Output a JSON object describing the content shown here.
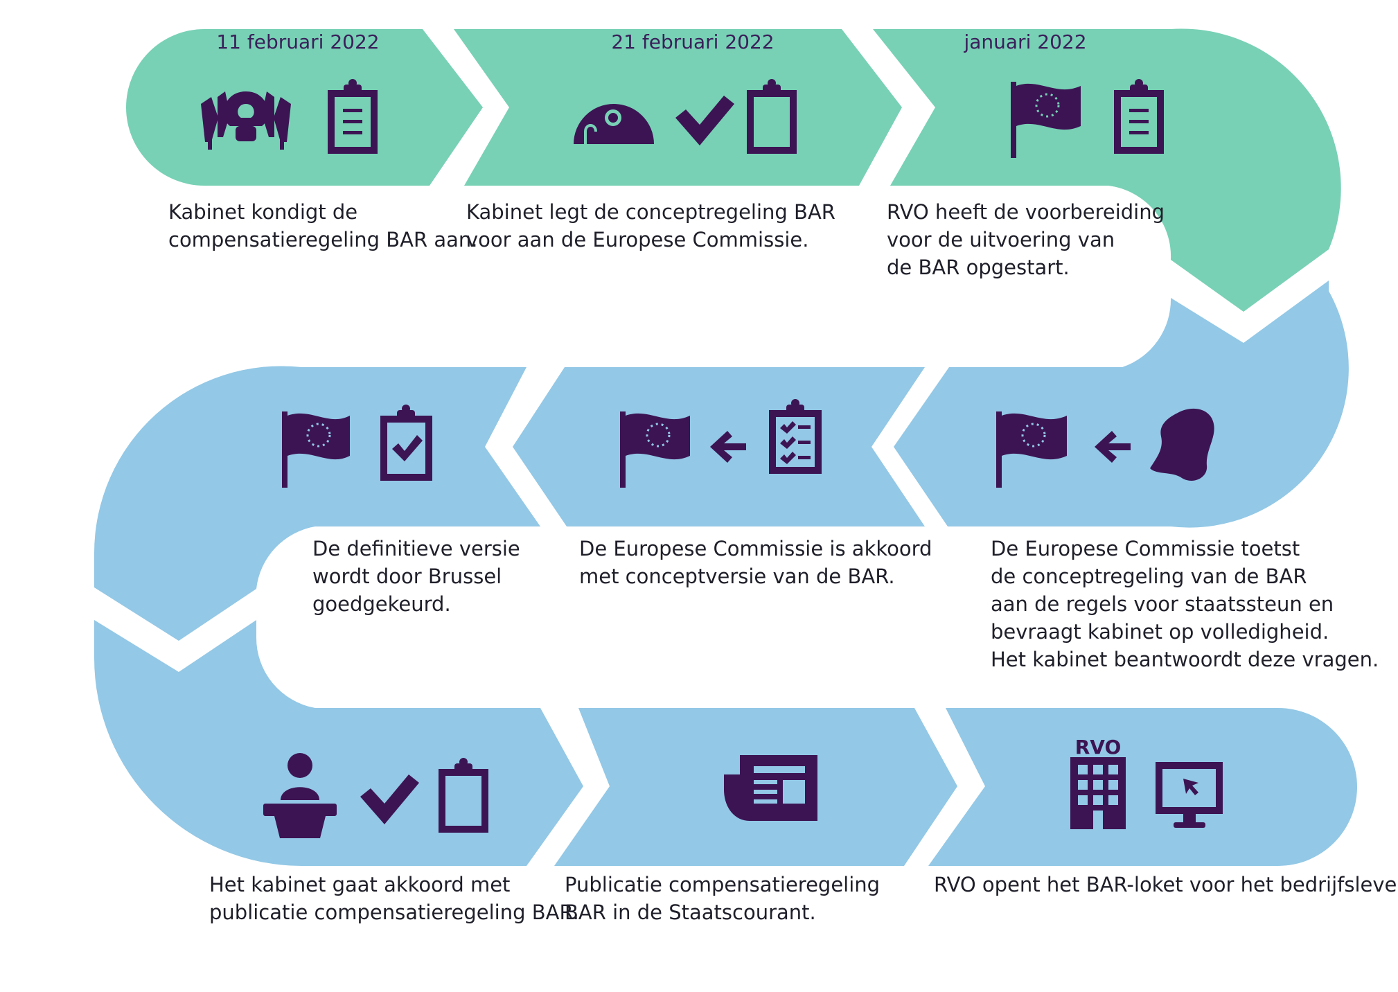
{
  "colors": {
    "green": "#78d1b5",
    "blue": "#93c8e6",
    "icon": "#3c1454",
    "text": "#1f1f2a"
  },
  "steps": [
    {
      "date": "11 februari 2022",
      "icons": [
        "conference-seats-icon",
        "clipboard-icon"
      ],
      "caption": [
        "Kabinet kondigt de",
        "compensatieregeling BAR aan."
      ]
    },
    {
      "date": "21 februari 2022",
      "icons": [
        "parliament-dome-icon",
        "checkmark-icon",
        "clipboard-icon"
      ],
      "caption": [
        "Kabinet legt de conceptregeling BAR",
        "voor aan de Europese Commissie."
      ]
    },
    {
      "date": "januari 2022",
      "icons": [
        "eu-flag-icon",
        "clipboard-icon"
      ],
      "caption": [
        "RVO heeft de voorbereiding",
        "voor de uitvoering van",
        "de BAR opgestart."
      ]
    },
    {
      "icons": [
        "eu-flag-icon",
        "arrow-left-icon",
        "netherlands-map-icon"
      ],
      "caption": [
        "De Europese Commissie toetst",
        "de conceptregeling van de BAR",
        "aan de regels voor staatssteun en",
        "bevraagt kabinet op volledigheid.",
        "Het kabinet beantwoordt deze vragen."
      ]
    },
    {
      "icons": [
        "eu-flag-icon",
        "arrow-left-icon",
        "checklist-icon"
      ],
      "caption": [
        "De Europese Commissie is akkoord",
        "met conceptversie van de BAR."
      ]
    },
    {
      "icons": [
        "eu-flag-icon",
        "clipboard-check-icon"
      ],
      "caption": [
        "De definitieve versie",
        "wordt door Brussel",
        "goedgekeurd."
      ]
    },
    {
      "icons": [
        "speaker-podium-icon",
        "checkmark-icon",
        "clipboard-icon"
      ],
      "caption": [
        "Het kabinet gaat akkoord met",
        "publicatie compensatieregeling BAR."
      ]
    },
    {
      "icons": [
        "newspaper-icon"
      ],
      "caption": [
        "Publicatie compensatieregeling",
        "BAR in de Staatscourant."
      ]
    },
    {
      "icons": [
        "rvo-building-icon",
        "computer-monitor-icon"
      ],
      "building_label": "RVO",
      "caption": [
        "RVO opent het BAR-loket voor het bedrijfsleven."
      ]
    }
  ]
}
